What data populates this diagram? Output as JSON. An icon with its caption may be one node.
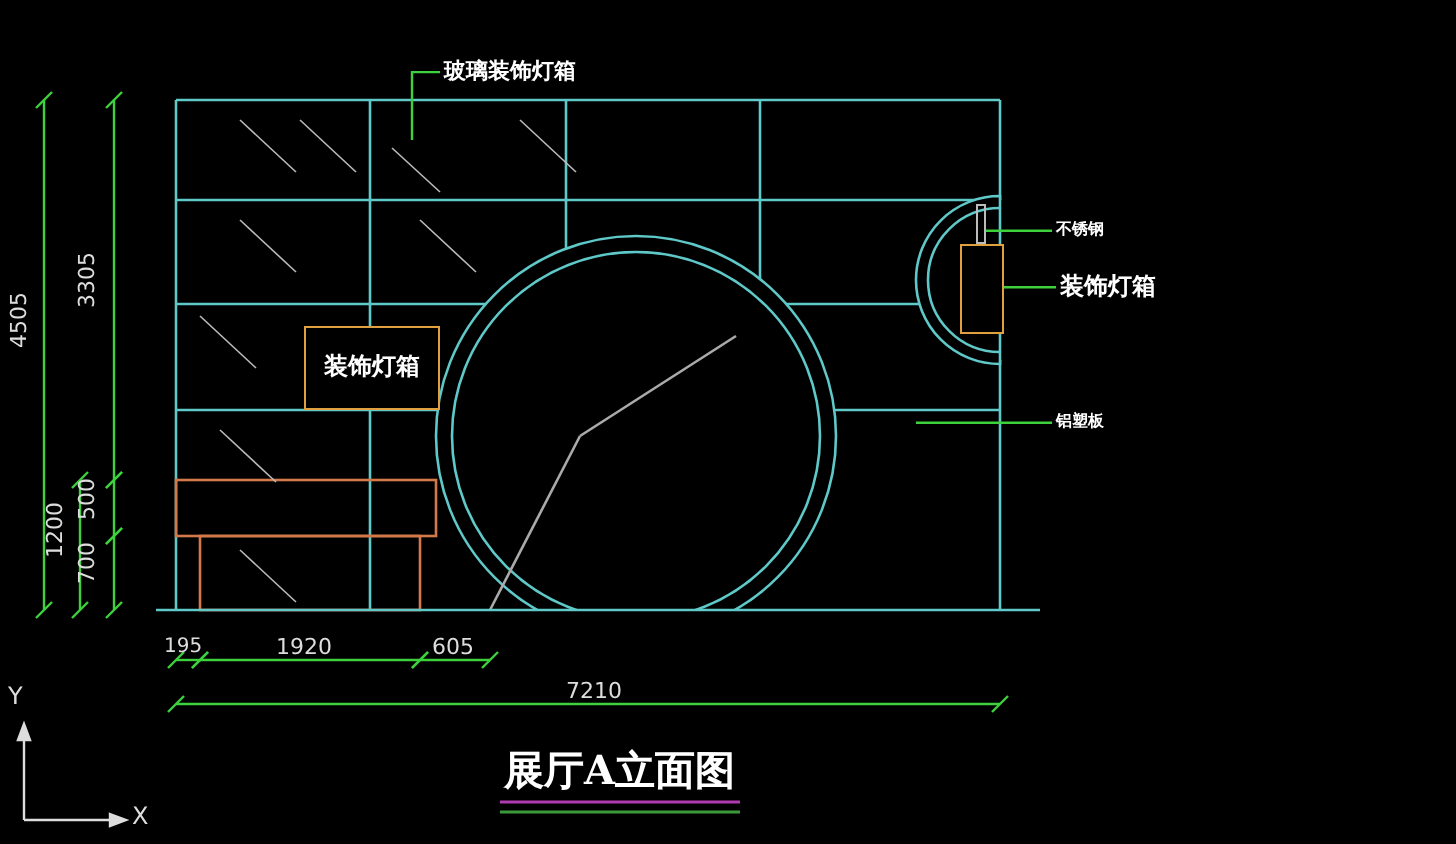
{
  "diagram": {
    "title": "展厅A立面图",
    "nodes": [
      {
        "text": [
          "玻璃装饰灯箱"
        ]
      },
      {
        "text": [],
        "shape": "picture"
      },
      {
        "text": [
          "装饰灯箱"
        ]
      },
      {
        "text": [
          "不锈钢"
        ]
      },
      {
        "text": [
          "装饰灯箱"
        ]
      },
      {
        "text": [],
        "shape": "box"
      },
      {
        "text": [
          "铝塑板"
        ]
      },
      {
        "text": [],
        "shape": "bar"
      }
    ],
    "edges": [
      {
        "from": 0,
        "to": 1,
        "arrow": "none"
      },
      {
        "from": 3,
        "to": 7,
        "arrow": "none"
      },
      {
        "from": 4,
        "to": 5,
        "arrow": "none"
      },
      {
        "from": 6,
        "to": null,
        "arrow": "none"
      }
    ],
    "labels": [
      "4505",
      "3305",
      "500",
      "1200",
      "700",
      "195",
      "1920",
      "605",
      "7210",
      "Y",
      "X"
    ]
  }
}
